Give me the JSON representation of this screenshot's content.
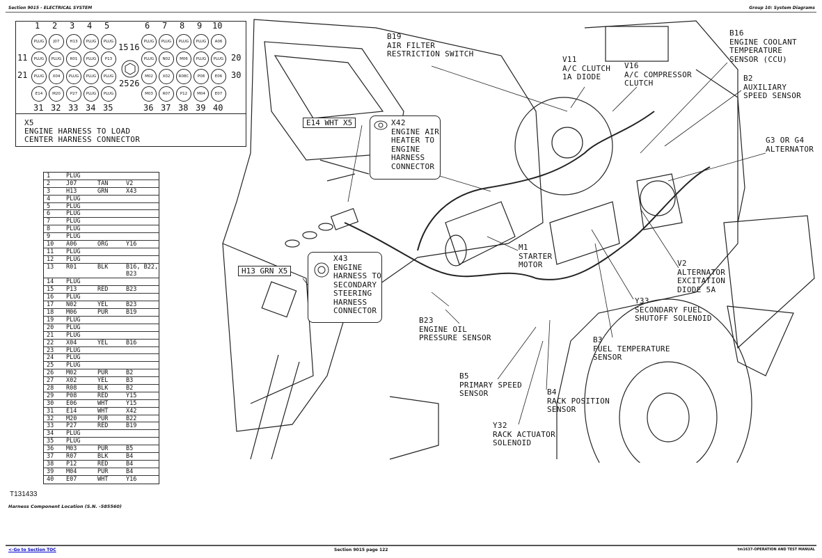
{
  "header": {
    "section": "Section 9015 - ELECTRICAL SYSTEM",
    "group": "Group 10: System Diagrams"
  },
  "connector": {
    "id": "X5",
    "line1": "ENGINE HARNESS TO LOAD",
    "line2": "CENTER HARNESS CONNECTOR",
    "left_pins": [
      [
        "PLUG",
        "J07",
        "H13",
        "PLUG",
        "PLUG"
      ],
      [
        "PLUG",
        "PLUG",
        "R01",
        "PLUG",
        "P13"
      ],
      [
        "PLUG",
        "X04",
        "PLUG",
        "PLUG",
        "PLUG"
      ],
      [
        "E14",
        "M20",
        "P27",
        "PLUG",
        "PLUG"
      ]
    ],
    "right_pins": [
      [
        "PLUG",
        "PLUG",
        "PLUG",
        "PLUG",
        "A06"
      ],
      [
        "PLUG",
        "N02",
        "M06",
        "PLUG",
        "PLUG"
      ],
      [
        "M02",
        "X02",
        "R08C",
        "P08",
        "E06"
      ],
      [
        "M03",
        "R07",
        "P12",
        "M04",
        "E07"
      ]
    ],
    "top_left_numbers": [
      "1",
      "2",
      "3",
      "4",
      "5"
    ],
    "top_right_numbers": [
      "6",
      "7",
      "8",
      "9",
      "10"
    ],
    "bottom_left_numbers": [
      "31",
      "32",
      "33",
      "34",
      "35"
    ],
    "bottom_right_numbers": [
      "36",
      "37",
      "38",
      "39",
      "40"
    ],
    "side_numbers": {
      "n11": "11",
      "n21": "21",
      "n15": "15",
      "n25": "25",
      "n16": "16",
      "n26": "26",
      "n20": "20",
      "n30": "30"
    }
  },
  "table": [
    [
      "1",
      "PLUG",
      "",
      ""
    ],
    [
      "2",
      "J07",
      "TAN",
      "V2"
    ],
    [
      "3",
      "H13",
      "GRN",
      "X43"
    ],
    [
      "4",
      "PLUG",
      "",
      ""
    ],
    [
      "5",
      "PLUG",
      "",
      ""
    ],
    [
      "6",
      "PLUG",
      "",
      ""
    ],
    [
      "7",
      "PLUG",
      "",
      ""
    ],
    [
      "8",
      "PLUG",
      "",
      ""
    ],
    [
      "9",
      "PLUG",
      "",
      ""
    ],
    [
      "10",
      "A06",
      "ORG",
      "Y16"
    ],
    [
      "11",
      "PLUG",
      "",
      ""
    ],
    [
      "12",
      "PLUG",
      "",
      ""
    ],
    [
      "13",
      "R01",
      "BLK",
      "B16, B22,\nB23"
    ],
    [
      "14",
      "PLUG",
      "",
      ""
    ],
    [
      "15",
      "P13",
      "RED",
      "B23"
    ],
    [
      "16",
      "PLUG",
      "",
      ""
    ],
    [
      "17",
      "N02",
      "YEL",
      "B23"
    ],
    [
      "18",
      "M06",
      "PUR",
      "B19"
    ],
    [
      "19",
      "PLUG",
      "",
      ""
    ],
    [
      "20",
      "PLUG",
      "",
      ""
    ],
    [
      "21",
      "PLUG",
      "",
      ""
    ],
    [
      "22",
      "X04",
      "YEL",
      "B16"
    ],
    [
      "23",
      "PLUG",
      "",
      ""
    ],
    [
      "24",
      "PLUG",
      "",
      ""
    ],
    [
      "25",
      "PLUG",
      "",
      ""
    ],
    [
      "26",
      "M02",
      "PUR",
      "B2"
    ],
    [
      "27",
      "X02",
      "YEL",
      "B3"
    ],
    [
      "28",
      "R08",
      "BLK",
      "B2"
    ],
    [
      "29",
      "P08",
      "RED",
      "Y15"
    ],
    [
      "30",
      "E06",
      "WHT",
      "Y15"
    ],
    [
      "31",
      "E14",
      "WHT",
      "X42"
    ],
    [
      "32",
      "M20",
      "PUR",
      "B22"
    ],
    [
      "33",
      "P27",
      "RED",
      "B19"
    ],
    [
      "34",
      "PLUG",
      "",
      ""
    ],
    [
      "35",
      "PLUG",
      "",
      ""
    ],
    [
      "36",
      "M03",
      "PUR",
      "B5"
    ],
    [
      "37",
      "R07",
      "BLK",
      "B4"
    ],
    [
      "38",
      "P12",
      "RED",
      "B4"
    ],
    [
      "39",
      "M04",
      "PUR",
      "B4"
    ],
    [
      "40",
      "E07",
      "WHT",
      "Y16"
    ]
  ],
  "callouts": {
    "b19": "B19\nAIR FILTER\nRESTRICTION SWITCH",
    "v11": "V11\nA/C CLUTCH\n1A DIODE",
    "v16": "V16\nA/C COMPRESSOR\nCLUTCH",
    "b16": "B16\nENGINE COOLANT\nTEMPERATURE\nSENSOR (CCU)",
    "b2": "B2\nAUXILIARY\nSPEED SENSOR",
    "g3": "G3 OR G4\nALTERNATOR",
    "x42": "X42\nENGINE AIR\nHEATER TO\nENGINE\nHARNESS\nCONNECTOR",
    "e14_flag": "E14  WHT  X5",
    "m1": "M1\nSTARTER\nMOTOR",
    "x43": "X43\nENGINE\nHARNESS TO\nSECONDARY\nSTEERING\nHARNESS\nCONNECTOR",
    "h13_flag": "H13  GRN  X5",
    "v2": "V2\nALTERNATOR\nEXCITATION\nDIODE 5A",
    "y33": "Y33\nSECONDARY FUEL\nSHUTOFF SOLENOID",
    "b23": "B23\nENGINE OIL\nPRESSURE SENSOR",
    "b3": "B3\nFUEL TEMPERATURE\nSENSOR",
    "b5": "B5\nPRIMARY SPEED\nSENSOR",
    "b4": "B4\nRACK POSITION\nSENSOR",
    "y32": "Y32\nRACK ACTUATOR\nSOLENOID"
  },
  "figure_id": "T131433",
  "caption": "Harness Component Location (S.N. -585560)",
  "footer": {
    "toc_link": "<-Go to Section TOC",
    "page": "Section 9015 page 122",
    "manual": "tm1637-OPERATION AND TEST MANUAL"
  }
}
